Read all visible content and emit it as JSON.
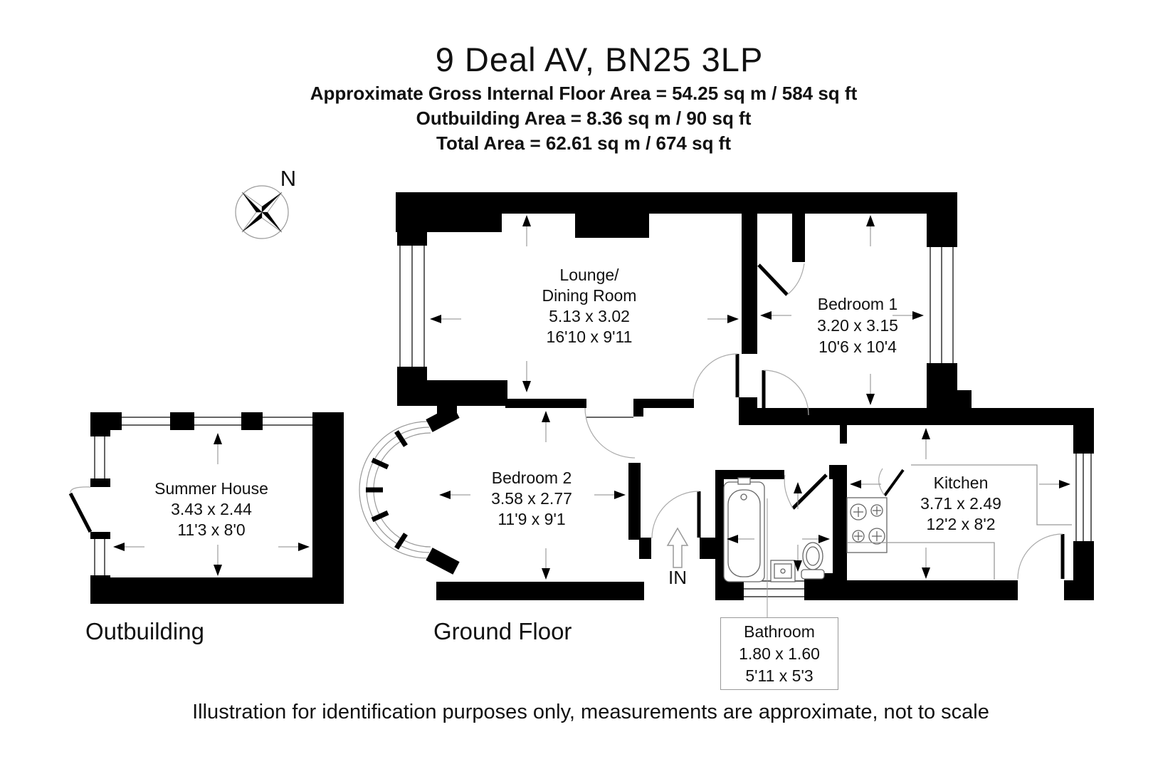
{
  "header": {
    "title": "9 Deal AV, BN25 3LP",
    "area_lines": [
      "Approximate Gross Internal Floor Area = 54.25 sq m / 584 sq ft",
      "Outbuilding Area = 8.36 sq m / 90 sq ft",
      "Total Area = 62.61 sq m / 674 sq ft"
    ]
  },
  "compass": {
    "label": "N"
  },
  "rooms": [
    {
      "id": "lounge-dining-room",
      "lines": [
        "Lounge/",
        "Dining Room",
        "5.13 x 3.02",
        "16'10 x 9'11"
      ]
    },
    {
      "id": "bedroom-1",
      "lines": [
        "Bedroom 1",
        "3.20 x 3.15",
        "10'6 x 10'4"
      ]
    },
    {
      "id": "bedroom-2",
      "lines": [
        "Bedroom 2",
        "3.58 x 2.77",
        "11'9 x 9'1"
      ]
    },
    {
      "id": "kitchen",
      "lines": [
        "Kitchen",
        "3.71 x 2.49",
        "12'2 x 8'2"
      ]
    },
    {
      "id": "bathroom",
      "lines": [
        "Bathroom",
        "1.80 x 1.60",
        "5'11 x 5'3"
      ]
    },
    {
      "id": "summer-house",
      "lines": [
        "Summer House",
        "3.43 x 2.44",
        "11'3 x 8'0"
      ]
    }
  ],
  "labels": {
    "outbuilding": "Outbuilding",
    "ground_floor": "Ground Floor",
    "entrance": "IN"
  },
  "disclaimer": "Illustration for identification purposes only, measurements are approximate, not to scale",
  "colors": {
    "wall": "#000000",
    "detail_gray": "#999999"
  }
}
